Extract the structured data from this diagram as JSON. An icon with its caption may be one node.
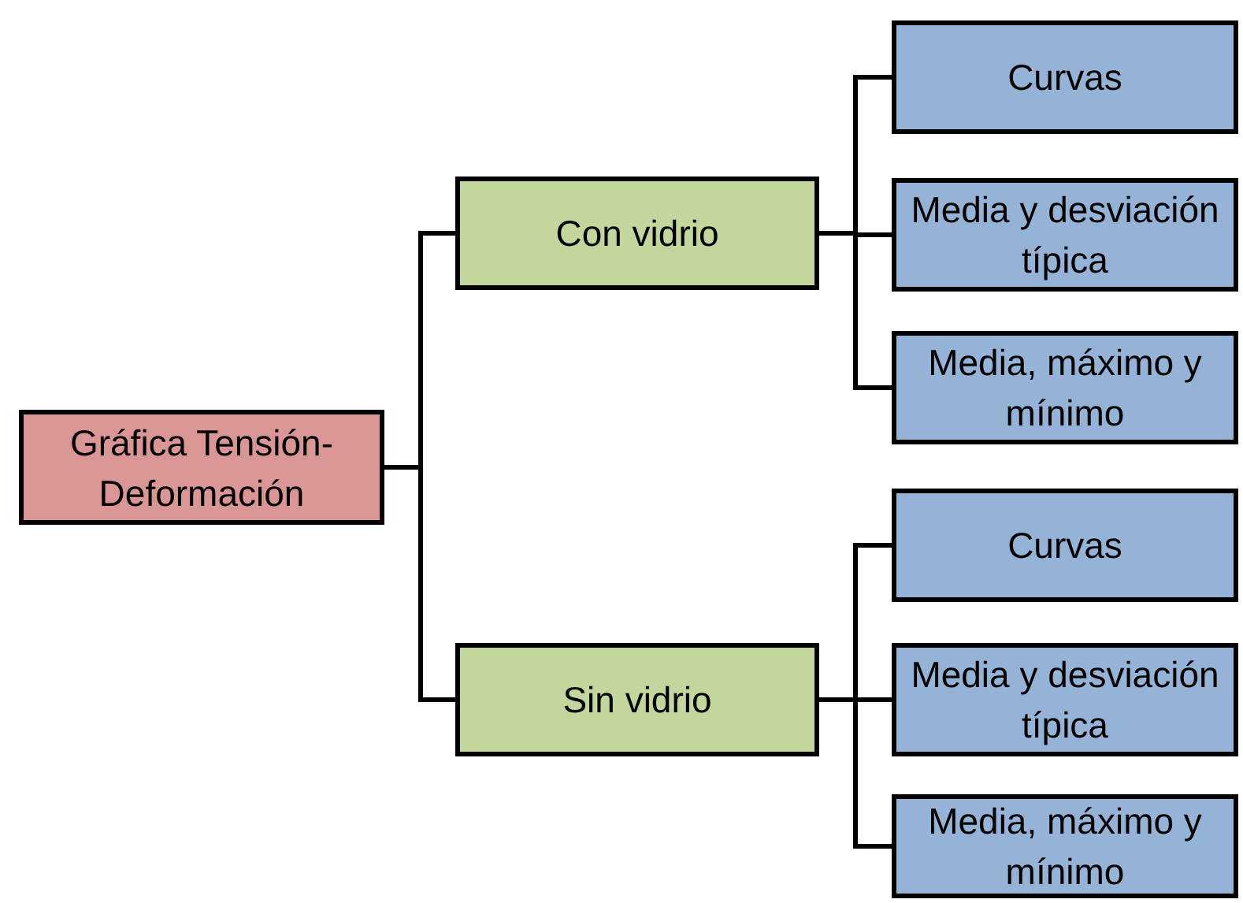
{
  "diagram": {
    "nodes": [
      {
        "text": [
          "Gráfica Tensión-Deformación"
        ]
      },
      {
        "text": [
          "Con vidrio"
        ]
      },
      {
        "text": [
          "Sin vidrio"
        ]
      },
      {
        "text": [
          "Curvas"
        ]
      },
      {
        "text": [
          "Media y desviación típica"
        ]
      },
      {
        "text": [
          "Media, máximo y mínimo"
        ]
      },
      {
        "text": [
          "Curvas"
        ]
      },
      {
        "text": [
          "Media y desviación típica"
        ]
      },
      {
        "text": [
          "Media, máximo y mínimo"
        ]
      }
    ],
    "edges": [
      {
        "from": 0,
        "to": 1,
        "arrow": "none"
      },
      {
        "from": 0,
        "to": 2,
        "arrow": "none"
      },
      {
        "from": 1,
        "to": 3,
        "arrow": "none"
      },
      {
        "from": 1,
        "to": 4,
        "arrow": "none"
      },
      {
        "from": 1,
        "to": 5,
        "arrow": "none"
      },
      {
        "from": 2,
        "to": 6,
        "arrow": "none"
      },
      {
        "from": 2,
        "to": 7,
        "arrow": "none"
      },
      {
        "from": 2,
        "to": 8,
        "arrow": "none"
      }
    ]
  }
}
